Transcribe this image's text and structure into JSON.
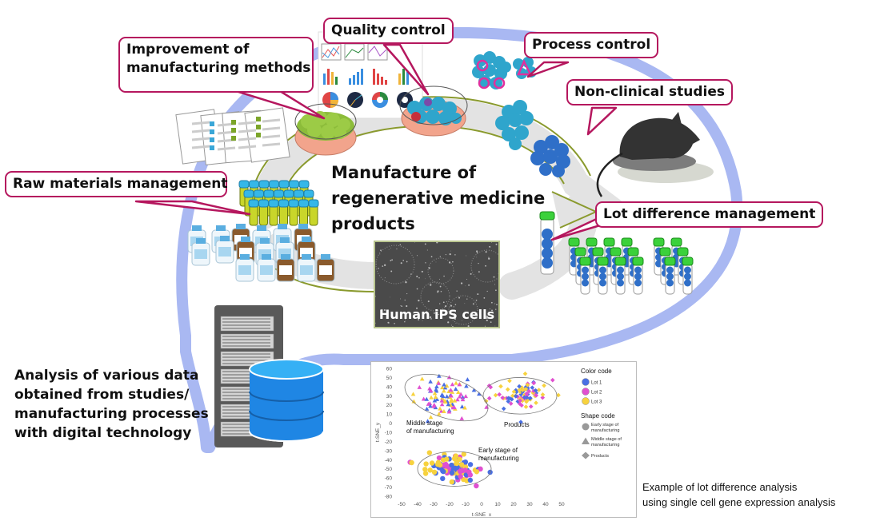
{
  "callouts": {
    "improvement": "Improvement of\nmanufacturing methods",
    "improvement_line1": "Improvement of",
    "improvement_line2": "manufacturing methods",
    "quality": "Quality control",
    "process": "Process control",
    "nonclinical": "Non-clinical studies",
    "raw": "Raw materials management",
    "lot": "Lot difference management"
  },
  "center": {
    "line1": "Manufacture of",
    "line2": "regenerative medicine",
    "line3": "products"
  },
  "ips_label": "Human iPS cells",
  "analysis": {
    "line1": "Analysis of various data",
    "line2": "obtained from studies/",
    "line3": "manufacturing processes",
    "line4": "with digital technology"
  },
  "caption": {
    "line1": "Example of lot difference analysis",
    "line2": "using single cell gene expression analysis"
  },
  "colors": {
    "callout_border": "#b5175e",
    "cycle_ring": "#a9b8f2",
    "lot1": "#4a6fe3",
    "lot2": "#e050d0",
    "lot3": "#f7d23e"
  },
  "chart_data": {
    "type": "scatter",
    "title": "",
    "xlabel": "t-SNE_x",
    "ylabel": "t-SNE_y",
    "xlim": [
      -50,
      50
    ],
    "ylim": [
      -80,
      60
    ],
    "xticks": [
      -50,
      -40,
      -30,
      -20,
      -10,
      0,
      10,
      20,
      30,
      40,
      50
    ],
    "yticks": [
      60,
      50,
      40,
      30,
      20,
      10,
      0,
      -10,
      -20,
      -30,
      -40,
      -50,
      -60,
      -70,
      -80
    ],
    "legend": {
      "color_title": "Color code",
      "color_entries": [
        {
          "label": "Lot 1",
          "color": "#4a6fe3"
        },
        {
          "label": "Lot 2",
          "color": "#e050d0"
        },
        {
          "label": "Lot 3",
          "color": "#f7d23e"
        }
      ],
      "shape_title": "Shape code",
      "shape_entries": [
        {
          "label": "Early stage of manufacturing",
          "line1": "Early stage of",
          "line2": "manufacturing",
          "shape": "circle"
        },
        {
          "label": "Middle stage of manufacturing",
          "line1": "Middle stage of",
          "line2": "manufacturing",
          "shape": "triangle"
        },
        {
          "label": "Products",
          "line1": "Products",
          "line2": "",
          "shape": "diamond"
        }
      ],
      "placement": "right"
    },
    "clusters": [
      {
        "name": "Middle stage of manufacturing",
        "label_line1": "Middle stage",
        "label_line2": "of manufacturing",
        "shape": "triangle",
        "center": [
          -22,
          28
        ],
        "spread": [
          14,
          16
        ],
        "count": 90
      },
      {
        "name": "Products",
        "label_line1": "Products",
        "label_line2": "",
        "shape": "diamond",
        "center": [
          25,
          32
        ],
        "spread": [
          14,
          12
        ],
        "count": 90
      },
      {
        "name": "Early stage of manufacturing",
        "label_line1": "Early stage of",
        "label_line2": "manufacturing",
        "shape": "circle",
        "center": [
          -17,
          -50
        ],
        "spread": [
          14,
          13
        ],
        "count": 110
      }
    ],
    "series": [
      {
        "name": "Lot 1",
        "color": "#4a6fe3"
      },
      {
        "name": "Lot 2",
        "color": "#e050d0"
      },
      {
        "name": "Lot 3",
        "color": "#f7d23e"
      }
    ]
  }
}
